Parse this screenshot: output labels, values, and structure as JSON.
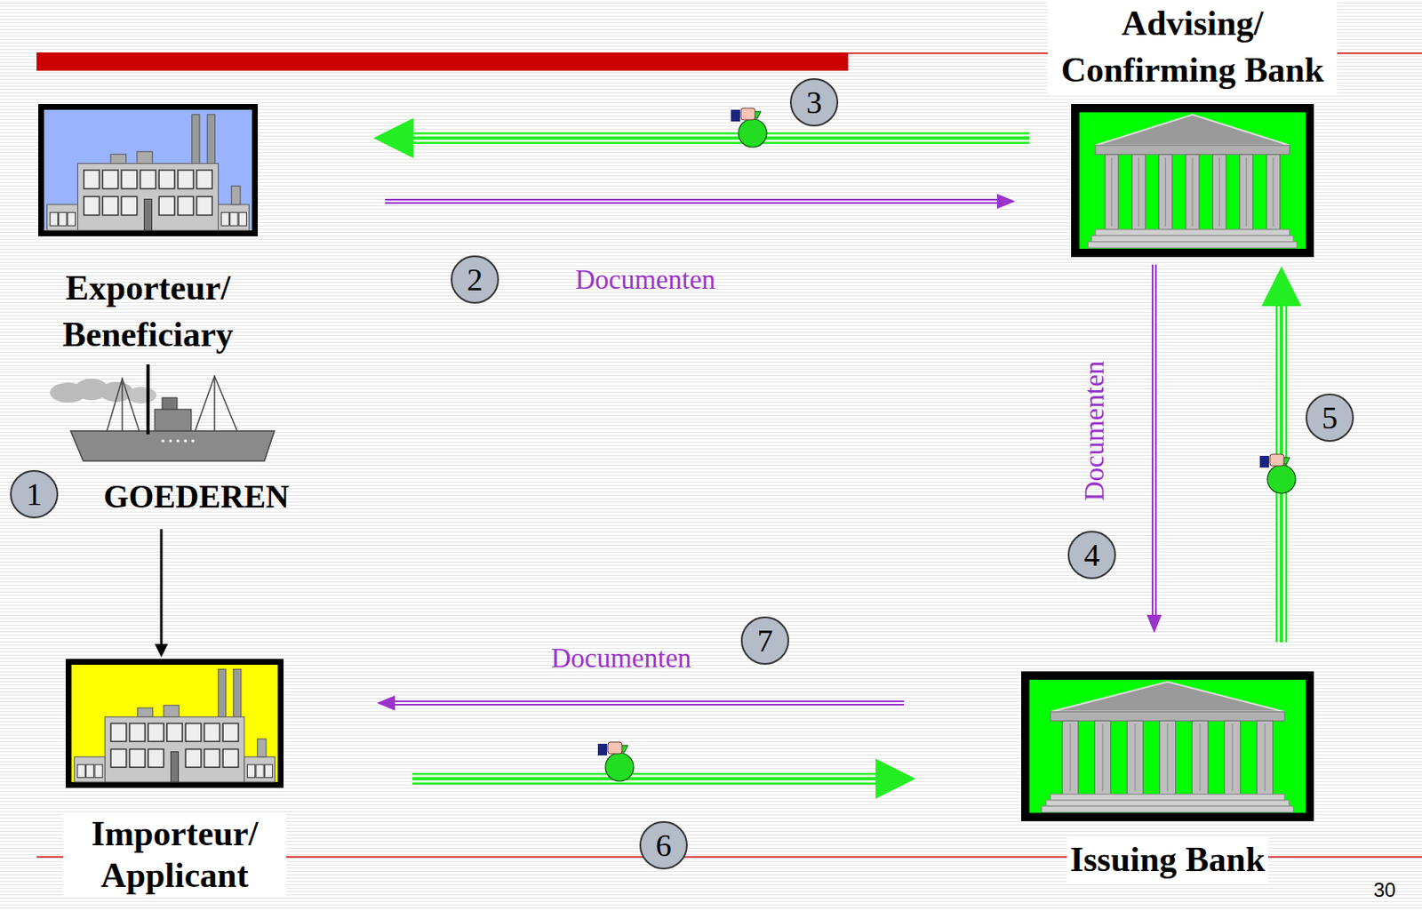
{
  "diagram": {
    "nodes": [
      {
        "text": [
          "Exporteur/ Beneficiary"
        ]
      },
      {
        "text": [
          "Advising/ Confirming Bank"
        ]
      },
      {
        "text": [
          "Importeur/ Applicant"
        ]
      },
      {
        "text": [
          "Issuing Bank"
        ]
      }
    ],
    "edges": [
      {
        "from": 1,
        "to": 0,
        "arrow": "to"
      },
      {
        "from": 0,
        "to": 1,
        "label": "Documenten",
        "arrow": "to"
      },
      {
        "from": 1,
        "to": 3,
        "label": "Documenten",
        "arrow": "to"
      },
      {
        "from": 3,
        "to": 1,
        "arrow": "to"
      },
      {
        "from": 3,
        "to": 2,
        "label": "Documenten",
        "arrow": "to"
      },
      {
        "from": 2,
        "to": 3,
        "arrow": "to"
      },
      {
        "from": 0,
        "to": 2,
        "label": "GOEDEREN",
        "arrow": "to"
      }
    ],
    "labels": [
      "1",
      "2",
      "3",
      "4",
      "5",
      "6",
      "7",
      "30"
    ]
  }
}
